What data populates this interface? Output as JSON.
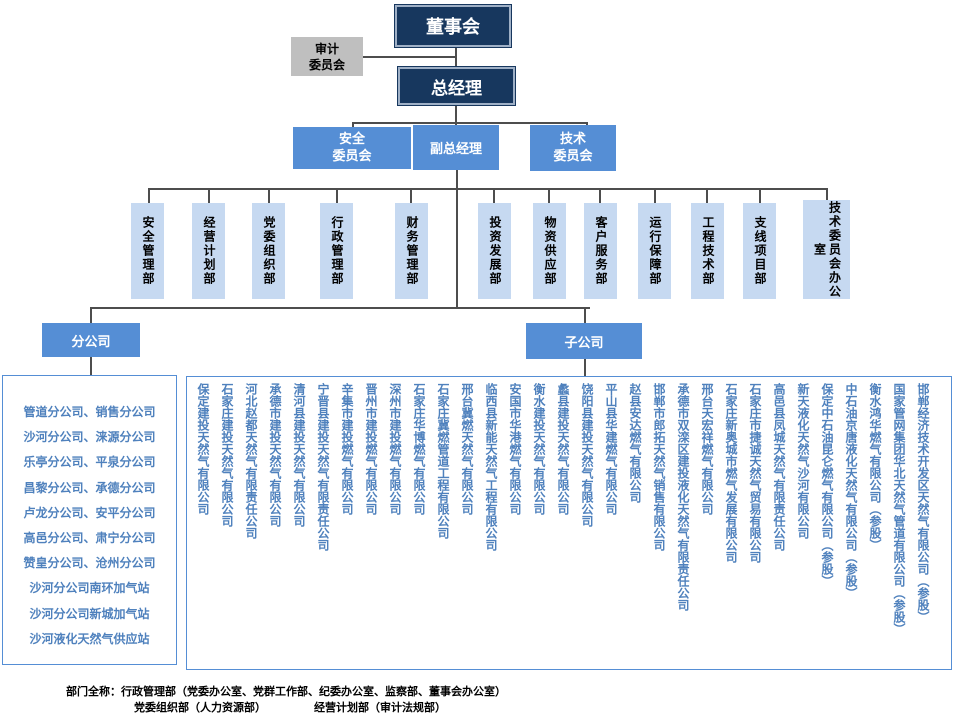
{
  "top": {
    "board": "董事会",
    "audit": "审计\n委员会",
    "gm": "总经理",
    "safety": "安全\n委员会",
    "deputy": "副总经理",
    "tech": "技术\n委员会"
  },
  "departments": [
    "安全管理部",
    "经营计划部",
    "党委组织部",
    "行政管理部",
    "财务管理部",
    "投资发展部",
    "物资供应部",
    "客户服务部",
    "运行保障部",
    "工程技术部",
    "支线项目部",
    "技术委员会办公室"
  ],
  "branch": {
    "title": "分公司",
    "items": [
      "管道分公司、销售分公司",
      "沙河分公司、涞源分公司",
      "乐亭分公司、平泉分公司",
      "昌黎分公司、承德分公司",
      "卢龙分公司、安平分公司",
      "高邑分公司、肃宁分公司",
      "赞皇分公司、沧州分公司",
      "沙河分公司南环加气站",
      "沙河分公司新城加气站",
      "沙河液化天然气供应站"
    ]
  },
  "subsidiary": {
    "title": "子公司",
    "items": [
      "保定建投天然气有限公司",
      "石家庄建投天然气有限公司",
      "河北赵都天然气有限责任公司",
      "承德市建投天然气有限公司",
      "清河县建投天然气有限公司",
      "宁晋县建投天然气有限责任公司",
      "辛集市建投燃气有限公司",
      "晋州市建投燃气有限公司",
      "深州市建投燃气有限公司",
      "石家庄华博燃气有限公司",
      "石家庄冀燃管道工程有限公司",
      "邢台冀燃天然气有限公司",
      "临西县新能天然气工程有限公司",
      "安国市华港燃气有限公司",
      "衡水建投天然气有限公司",
      "蠡县建投天然气有限公司",
      "饶阳县建投天然气有限公司",
      "平山县华建燃气有限公司",
      "赵县安达燃气有限公司",
      "邯郸市郎拓天然气销售有限公司",
      "承德市双滦区建投液化天然气有限责任公司",
      "邢台天宏祥燃气有限公司",
      "石家庄新奥城市燃气发展有限公司",
      "石家庄市捷诚天然气贸易有限公司",
      "高邑县凤城天然气有限责任公司",
      "新天液化天然气沙河有限公司",
      "保定中石油昆仑燃气有限公司（参股）",
      "中石油京唐液化天然气有限公司（参股）",
      "衡水鸿华燃气有限公司（参股）",
      "国家管网集团华北天然气管道有限公司（参股）",
      "邯郸经济技术开发区天然气有限公司（参股）"
    ]
  },
  "footnote": {
    "line1": "部门全称：行政管理部（党委办公室、党群工作部、纪委办公室、监察部、董事会办公室）",
    "line2": "党委组织部（人力资源部）",
    "line3": "经营计划部（审计法规部）"
  }
}
